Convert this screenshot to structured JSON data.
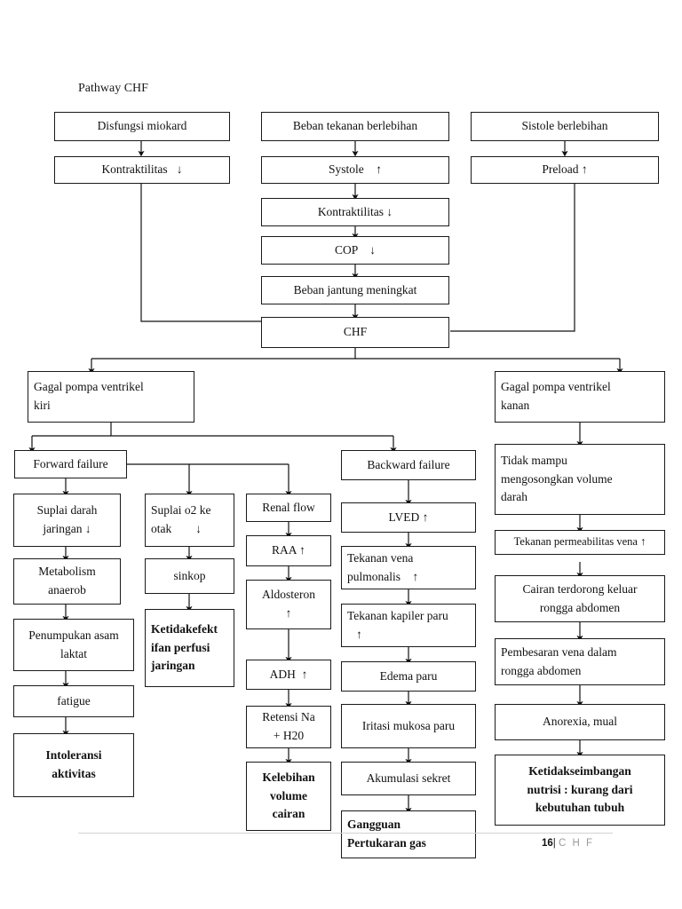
{
  "document": {
    "title": "Pathway CHF",
    "footer": {
      "page_number": "16",
      "separator": "|",
      "doc_label": "C H F"
    }
  },
  "diagram": {
    "type": "flowchart",
    "nodes": {
      "disfungsi_miokard": {
        "lines": [
          "Disfungsi miokard"
        ]
      },
      "kontraktilitas_left": {
        "lines": [
          "Kontraktilitas   ↓"
        ]
      },
      "beban_tekanan": {
        "lines": [
          "Beban tekanan berlebihan"
        ]
      },
      "systole_up": {
        "lines": [
          "Systole    ↑"
        ]
      },
      "kontraktilitas_mid": {
        "lines": [
          "Kontraktilitas ↓"
        ]
      },
      "cop": {
        "lines": [
          "COP    ↓"
        ]
      },
      "beban_jantung": {
        "lines": [
          "Beban jantung meningkat"
        ]
      },
      "sistole_berlebihan": {
        "lines": [
          "Sistole berlebihan"
        ]
      },
      "preload": {
        "lines": [
          "Preload ↑"
        ]
      },
      "chf": {
        "lines": [
          "CHF"
        ]
      },
      "gagal_kiri": {
        "lines": [
          "Gagal pompa ventrikel",
          "kiri"
        ]
      },
      "gagal_kanan": {
        "lines": [
          "Gagal pompa ventrikel",
          "kanan"
        ]
      },
      "forward_failure": {
        "lines": [
          "Forward failure"
        ]
      },
      "backward_failure": {
        "lines": [
          "Backward failure"
        ]
      },
      "suplai_darah": {
        "lines": [
          "Suplai darah",
          "jaringan ↓"
        ]
      },
      "metabolism_anaerob": {
        "lines": [
          "Metabolism",
          "anaerob"
        ]
      },
      "penumpukan_asam": {
        "lines": [
          "Penumpukan asam",
          "laktat"
        ]
      },
      "fatigue": {
        "lines": [
          "fatigue"
        ]
      },
      "intoleransi": {
        "lines": [
          "Intoleransi",
          "aktivitas"
        ]
      },
      "suplai_o2": {
        "lines": [
          "Suplai o2 ke",
          "otak        ↓"
        ]
      },
      "sinkop": {
        "lines": [
          "sinkop"
        ]
      },
      "ketidakefektifan": {
        "lines": [
          "Ketidakefekt",
          "ifan perfusi",
          "jaringan"
        ]
      },
      "renal_flow": {
        "lines": [
          "Renal flow"
        ]
      },
      "raa": {
        "lines": [
          "RAA ↑"
        ]
      },
      "aldosteron": {
        "lines": [
          "Aldosteron",
          "↑"
        ]
      },
      "adh": {
        "lines": [
          "ADH  ↑"
        ]
      },
      "retensi_na": {
        "lines": [
          "Retensi Na",
          "+ H20"
        ]
      },
      "kelebihan_volume": {
        "lines": [
          "Kelebihan",
          "volume",
          "cairan"
        ]
      },
      "lved": {
        "lines": [
          "LVED ↑"
        ]
      },
      "tekanan_vena_pulmonalis": {
        "lines": [
          "Tekanan vena",
          "pulmonalis    ↑"
        ]
      },
      "tekanan_kapiler_paru": {
        "lines": [
          "Tekanan kapiler paru",
          "   ↑"
        ]
      },
      "edema_paru": {
        "lines": [
          "Edema paru"
        ]
      },
      "iritasi_mukosa": {
        "lines": [
          "Iritasi mukosa paru"
        ]
      },
      "akumulasi_sekret": {
        "lines": [
          "Akumulasi sekret"
        ]
      },
      "gangguan_pertukaran": {
        "lines": [
          "Gangguan",
          "Pertukaran gas"
        ]
      },
      "tidak_mampu": {
        "lines": [
          "Tidak mampu",
          "mengosongkan volume",
          "darah"
        ]
      },
      "tekanan_permeabilitas": {
        "lines": [
          "Tekanan permeabilitas vena ↑"
        ]
      },
      "cairan_terdorong": {
        "lines": [
          "Cairan terdorong keluar",
          "rongga abdomen"
        ]
      },
      "pembesaran_vena": {
        "lines": [
          "Pembesaran vena dalam",
          "rongga abdomen"
        ]
      },
      "anorexia": {
        "lines": [
          "Anorexia, mual"
        ]
      },
      "ketidakseimbangan": {
        "lines": [
          "Ketidakseimbangan",
          "nutrisi : kurang dari",
          "kebutuhan tubuh"
        ]
      }
    },
    "colors": {
      "stroke": "#1a1a1a",
      "text": "#111111",
      "footer_rule": "#d2d2d2",
      "footer_doc": "#9a9a9a"
    }
  }
}
